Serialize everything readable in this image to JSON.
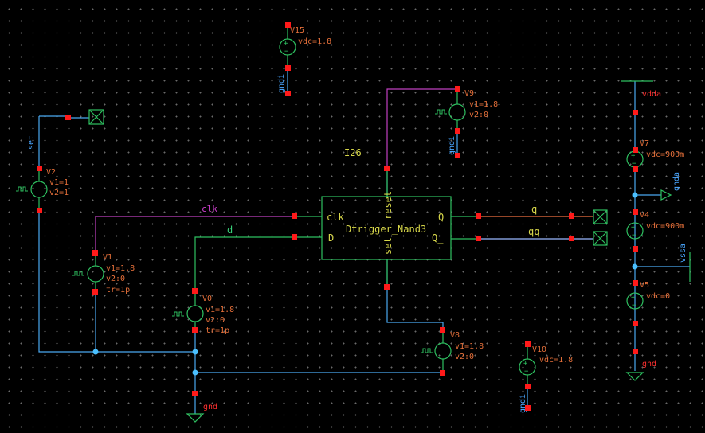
{
  "schematic": {
    "instance_name": "I26",
    "cell_name": "Dtrigger_Nand3",
    "block_pins": {
      "clk": "clk",
      "d": "D",
      "reset": "reset",
      "set": "set",
      "q": "Q",
      "qq": "Q_"
    },
    "nets": {
      "clk": "clk",
      "d": "d",
      "q": "q",
      "qq": "qq",
      "set": "set",
      "gndi": "gndi",
      "gnda": "gnda",
      "vssa": "vssa",
      "vdda": "vdda",
      "gnd": "gnd"
    },
    "sources": {
      "v15": {
        "name": "V15",
        "param": "vdc=1.8"
      },
      "v9": {
        "name": "V9",
        "p1": "v1=1.8",
        "p2": "v2:0"
      },
      "v2": {
        "name": "V2",
        "p1": "v1=1",
        "p2": "v2=1"
      },
      "v1": {
        "name": "V1",
        "p1": "v1=1.8",
        "p2": "v2:0",
        "p3": "tr=1p"
      },
      "v0": {
        "name": "V0",
        "p1": "v1=1.8",
        "p2": "v2:0",
        "p3": "tr=1p"
      },
      "v8": {
        "name": "V8",
        "p1": "v1=1.8",
        "p2": "v2:0"
      },
      "v10": {
        "name": "V10",
        "param": "vdc=1.8"
      },
      "v7": {
        "name": "V7",
        "param": "vdc=900m"
      },
      "v4": {
        "name": "V4",
        "param": "vdc=900m"
      },
      "v5": {
        "name": "V5",
        "param": "vdc=0"
      }
    },
    "colors": {
      "background": "#000000",
      "wire": "#4aa8f0",
      "clk_wire": "#c040c0",
      "d_wire": "#2ec060",
      "q_wire": "#f07040",
      "pin": "#ff1a1a",
      "label": "#e6703a"
    }
  }
}
